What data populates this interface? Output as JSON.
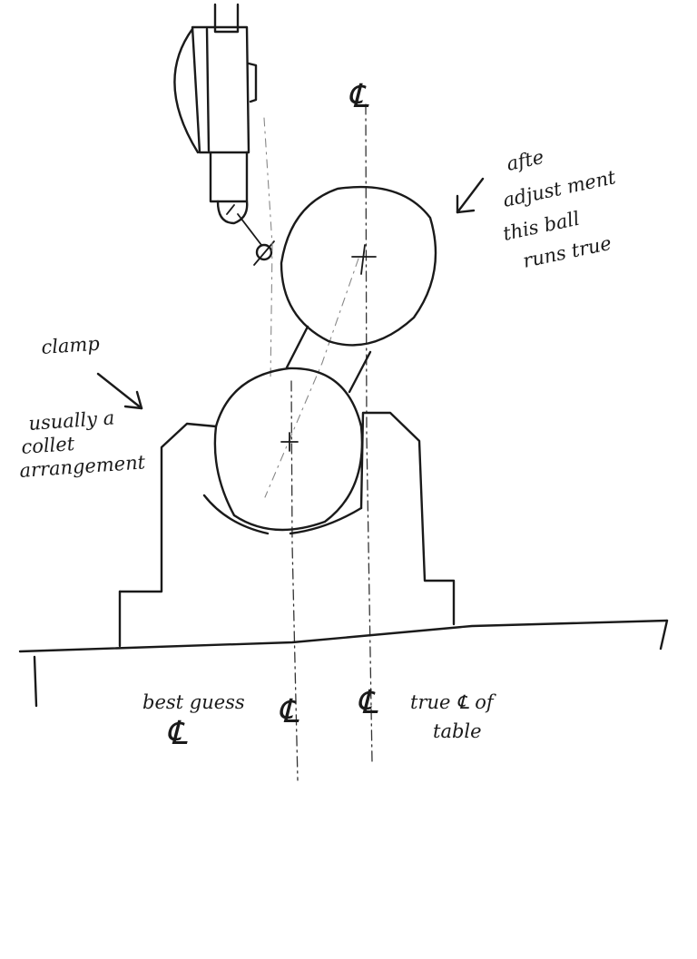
{
  "labels": {
    "top_centerline": "℄",
    "after_adjustment": [
      "afte",
      "adjust ment",
      "this ball",
      "runs true"
    ],
    "clamp": "clamp",
    "usually_collet": [
      "usually a",
      "collet",
      "arrangement"
    ],
    "best_guess": "best guess",
    "best_guess_cl": "℄",
    "best_guess_cl_mark": "℄",
    "true_cl_mark": "℄",
    "true_cl_table": "true ℄ of",
    "table": "table"
  }
}
